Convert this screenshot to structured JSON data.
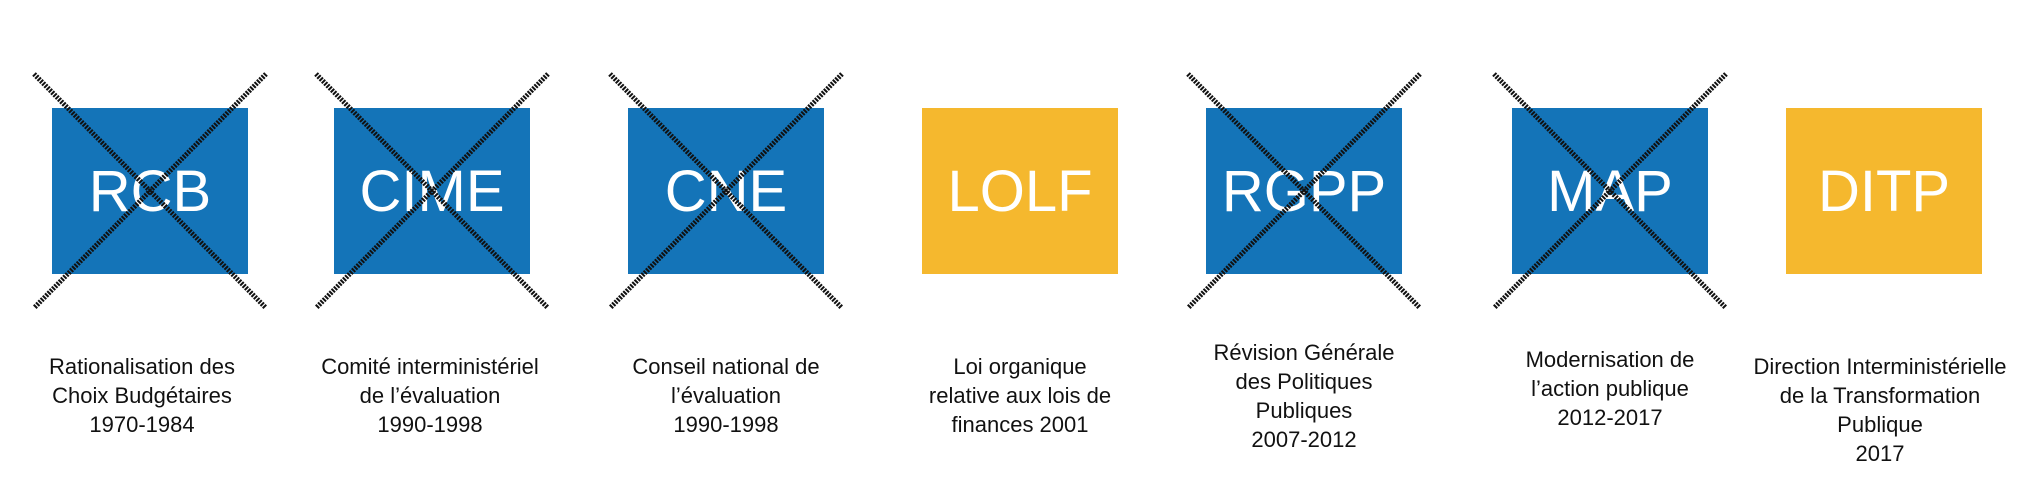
{
  "colors": {
    "blue": "#1474b8",
    "yellow": "#f5b82e",
    "cross": "#111111",
    "text": "#111111"
  },
  "items": [
    {
      "acronym": "RCB",
      "color": "#1474b8",
      "crossed": true,
      "caption": [
        "Rationalisation des",
        "Choix Budgétaires",
        "1970-1984"
      ]
    },
    {
      "acronym": "CIME",
      "color": "#1474b8",
      "crossed": true,
      "caption": [
        "Comité interministériel",
        "de l’évaluation",
        "1990-1998"
      ]
    },
    {
      "acronym": "CNE",
      "color": "#1474b8",
      "crossed": true,
      "caption": [
        "Conseil national de",
        "l’évaluation",
        "1990-1998"
      ]
    },
    {
      "acronym": "LOLF",
      "color": "#f5b82e",
      "crossed": false,
      "caption": [
        "Loi organique",
        "relative aux lois de",
        "finances 2001"
      ]
    },
    {
      "acronym": "RGPP",
      "color": "#1474b8",
      "crossed": true,
      "caption": [
        "Révision Générale",
        "des Politiques",
        "Publiques",
        "2007-2012"
      ]
    },
    {
      "acronym": "MAP",
      "color": "#1474b8",
      "crossed": true,
      "caption": [
        "Modernisation de",
        "l’action publique",
        "2012-2017"
      ]
    },
    {
      "acronym": "DITP",
      "color": "#f5b82e",
      "crossed": false,
      "caption": [
        "Direction Interministérielle",
        "de la Transformation",
        "Publique",
        "2017"
      ]
    }
  ]
}
